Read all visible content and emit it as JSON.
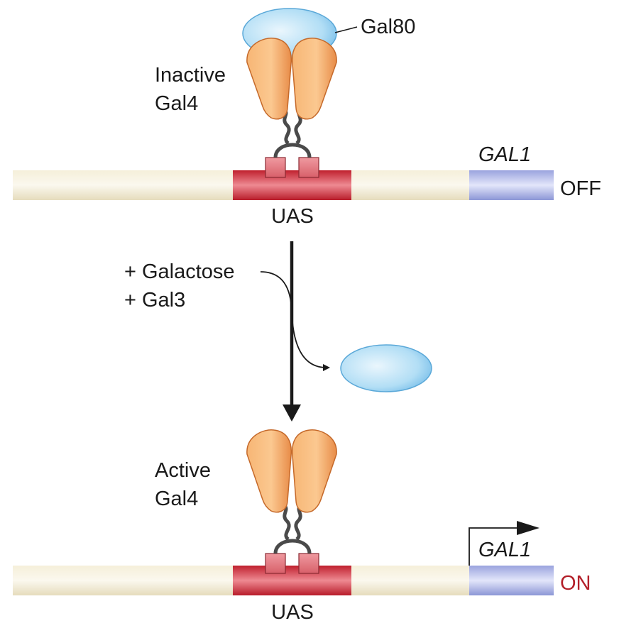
{
  "top": {
    "protein_label": [
      "Inactive",
      "Gal4"
    ],
    "repressor_label": "Gal80",
    "gene_label": "GAL1",
    "state": "OFF",
    "uas_label": "UAS"
  },
  "transition": {
    "conditions": [
      "+ Galactose",
      "+ Gal3"
    ]
  },
  "bottom": {
    "protein_label": [
      "Active",
      "Gal4"
    ],
    "gene_label": "GAL1",
    "state": "ON",
    "uas_label": "UAS"
  },
  "colors": {
    "dna": "#f1ead2",
    "uas": "#c8323d",
    "uas_box": "#e06e78",
    "gene": "#a6aee2",
    "gal4": "#f4a460",
    "gal80": "#aedcf5",
    "on_text": "#b3202a",
    "off_text": "#1a1a1a"
  }
}
